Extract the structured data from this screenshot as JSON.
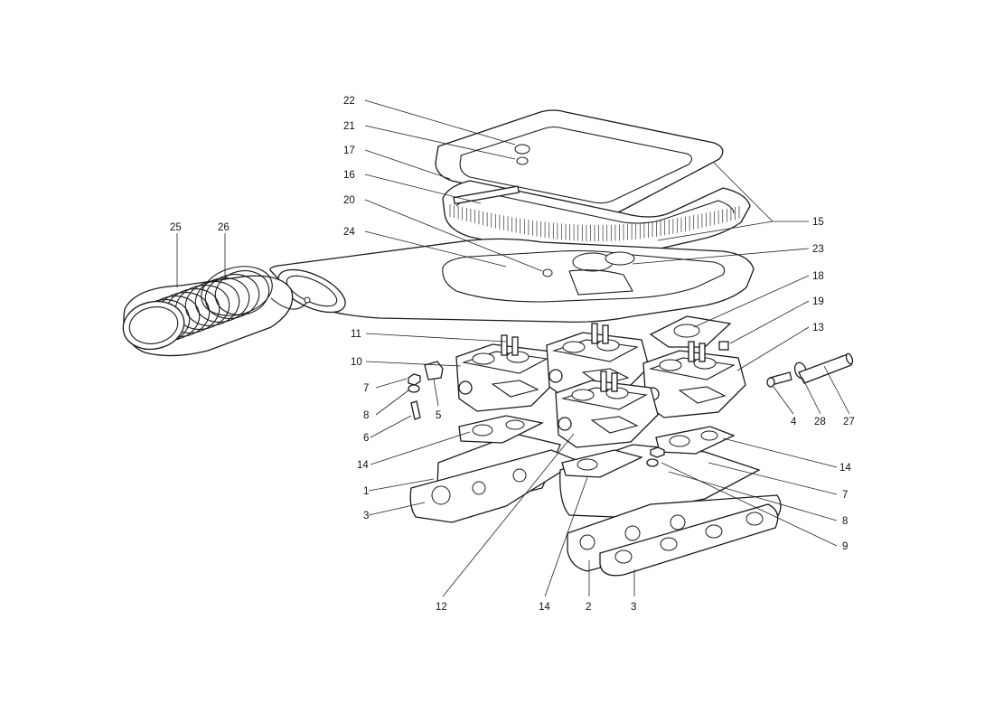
{
  "callouts": [
    {
      "id": "c22a",
      "text": "22"
    },
    {
      "id": "c21a",
      "text": "21"
    },
    {
      "id": "c17a",
      "text": "17"
    },
    {
      "id": "c16a",
      "text": "16"
    },
    {
      "id": "c20a",
      "text": "20"
    },
    {
      "id": "c24a",
      "text": "24"
    },
    {
      "id": "c25a",
      "text": "25"
    },
    {
      "id": "c26a",
      "text": "26"
    },
    {
      "id": "c15a",
      "text": "15"
    },
    {
      "id": "c23a",
      "text": "23"
    },
    {
      "id": "c18a",
      "text": "18"
    },
    {
      "id": "c19a",
      "text": "19"
    },
    {
      "id": "c13a",
      "text": "13"
    },
    {
      "id": "c11a",
      "text": "11"
    },
    {
      "id": "c10a",
      "text": "10"
    },
    {
      "id": "c7a",
      "text": "7"
    },
    {
      "id": "c8a",
      "text": "8"
    },
    {
      "id": "c5a",
      "text": "5"
    },
    {
      "id": "c6a",
      "text": "6"
    },
    {
      "id": "c4a",
      "text": "4"
    },
    {
      "id": "c28a",
      "text": "28"
    },
    {
      "id": "c27a",
      "text": "27"
    },
    {
      "id": "c14a",
      "text": "14"
    },
    {
      "id": "c1a",
      "text": "1"
    },
    {
      "id": "c3a",
      "text": "3"
    },
    {
      "id": "c14b",
      "text": "14"
    },
    {
      "id": "c7b",
      "text": "7"
    },
    {
      "id": "c8b",
      "text": "8"
    },
    {
      "id": "c9a",
      "text": "9"
    },
    {
      "id": "c12a",
      "text": "12"
    },
    {
      "id": "c14c",
      "text": "14"
    },
    {
      "id": "c2a",
      "text": "2"
    },
    {
      "id": "c3b",
      "text": "3"
    }
  ]
}
